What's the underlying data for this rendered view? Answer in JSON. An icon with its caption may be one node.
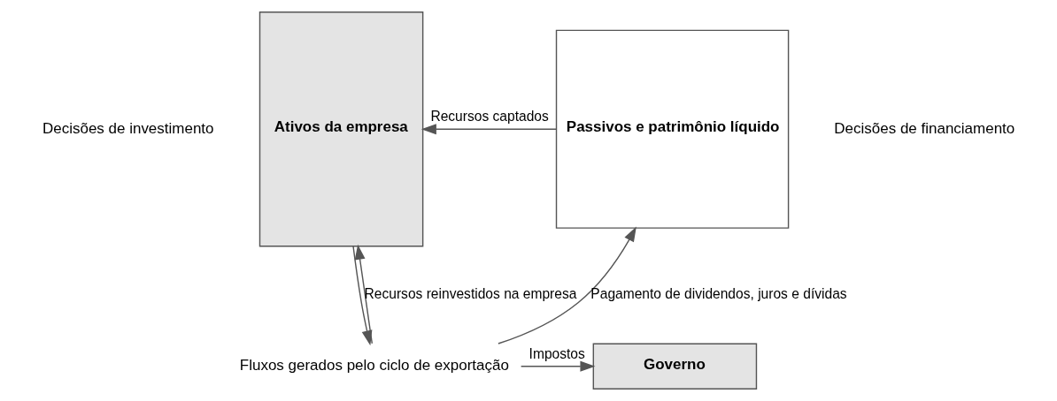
{
  "diagram": {
    "nodes": [
      {
        "text": [
          "Ativos da empresa"
        ],
        "beside": [
          "Decisões de investimento"
        ]
      },
      {
        "text": [
          "Passivos e patrimônio líquido"
        ],
        "beside": [
          "Decisões de financiamento"
        ]
      },
      {
        "text": [
          "Fluxos gerados pelo ciclo de exportação"
        ]
      },
      {
        "text": [
          "Governo"
        ]
      }
    ],
    "edges": [
      {
        "from": 1,
        "to": 0,
        "arrow": "to",
        "label": "Recursos captados"
      },
      {
        "from": 2,
        "to": 0,
        "arrow": "to",
        "label": "Recursos reinvestidos na empresa"
      },
      {
        "from": 2,
        "to": 1,
        "arrow": "to",
        "label": "Pagamento de dividendos, juros e dívidas"
      },
      {
        "from": 0,
        "to": 2,
        "arrow": "to"
      },
      {
        "from": 2,
        "to": 3,
        "arrow": "to",
        "label": "Impostos"
      }
    ]
  }
}
